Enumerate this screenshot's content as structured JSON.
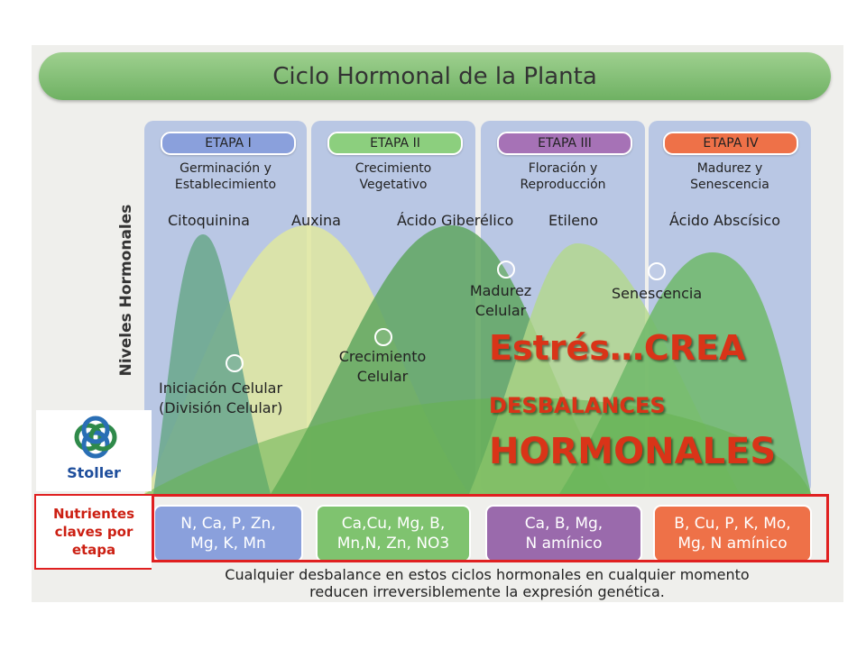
{
  "title": "Ciclo Hormonal de la Planta",
  "y_axis_label": "Niveles Hormonales",
  "stages": [
    {
      "label": "ETAPA I",
      "name": "Germinación y\nEstablecimiento",
      "color": "#8aa0dc"
    },
    {
      "label": "ETAPA II",
      "name": "Crecimiento\nVegetativo",
      "color": "#8ccf7e"
    },
    {
      "label": "ETAPA III",
      "name": "Floración y\nReproducción",
      "color": "#a672b6"
    },
    {
      "label": "ETAPA IV",
      "name": "Madurez y\nSenescencia",
      "color": "#ee7148"
    }
  ],
  "hormones": [
    "Citoquinina",
    "Auxina",
    "Ácido Giberélico",
    "Etileno",
    "Ácido Abscísico"
  ],
  "milestones": [
    {
      "label": "Iniciación Celular\n(División Celular)"
    },
    {
      "label": "Crecimiento\nCelular"
    },
    {
      "label": "Madurez\nCelular"
    },
    {
      "label": "Senescencia"
    }
  ],
  "stress_message": {
    "line1": "Estrés…CREA",
    "line2": "DESBALANCES",
    "line3": "HORMONALES"
  },
  "nutrients": [
    {
      "line1": "N, Ca, P, Zn,",
      "line2": "Mg, K, Mn",
      "color": "#8aa0dc"
    },
    {
      "line1": "Ca,Cu, Mg, B,",
      "line2": "Mn,N, Zn, NO3",
      "color": "#7fc36f"
    },
    {
      "line1": "Ca, B, Mg,",
      "line2": "N amínico",
      "color": "#9a6aac"
    },
    {
      "line1": "B, Cu, P, K, Mo,",
      "line2": "Mg, N amínico",
      "color": "#ee7148"
    }
  ],
  "side_note": "Nutrientes\nclaves por\netapa",
  "logo_text": "Stoller",
  "footer_note": "Cualquier desbalance en estos ciclos hormonales en cualquier momento\nreducen irreversiblemente la expresión genética."
}
